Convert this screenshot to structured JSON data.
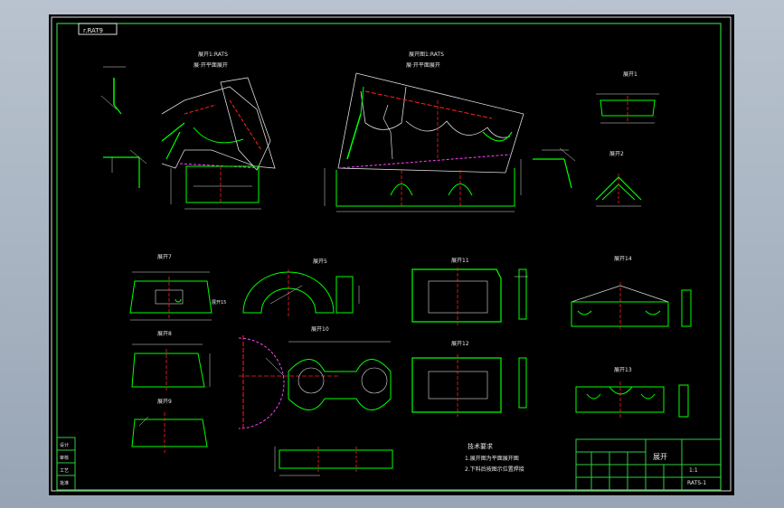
{
  "drawing": {
    "title_tag": "r.RAT9",
    "view_labels": {
      "top_left_a": "展开1:RATS",
      "top_left_b": "展·开平面展开",
      "top_mid_a": "展开图1:RATS",
      "top_mid_b": "展·开平面展开",
      "right_1": "展开1",
      "right_2": "展开2",
      "part_7": "展开7",
      "part_8": "展开8",
      "part_9": "展开9",
      "part_10": "展开10",
      "part_11": "展开11",
      "part_12": "展开12",
      "part_13": "展开13",
      "part_14": "展开14",
      "part_15": "展开15",
      "part_5": "展开5"
    },
    "tech_requirements": {
      "title": "技术要求",
      "line_1": "1.展开图为平面展开图",
      "line_2": "2.下料后按图示位置焊接"
    },
    "title_block": {
      "drawing_name": "展开",
      "scale": "1:1",
      "code": "RATS-1"
    },
    "side_block_labels": [
      "设计",
      "审核",
      "工艺",
      "批准"
    ]
  },
  "colors": {
    "background": "#000000",
    "frame": "#2ecc40",
    "geometry": "#00ff00",
    "centerline": "#ff2020",
    "dimension": "#e0e0e0",
    "hidden": "#ff40ff"
  }
}
